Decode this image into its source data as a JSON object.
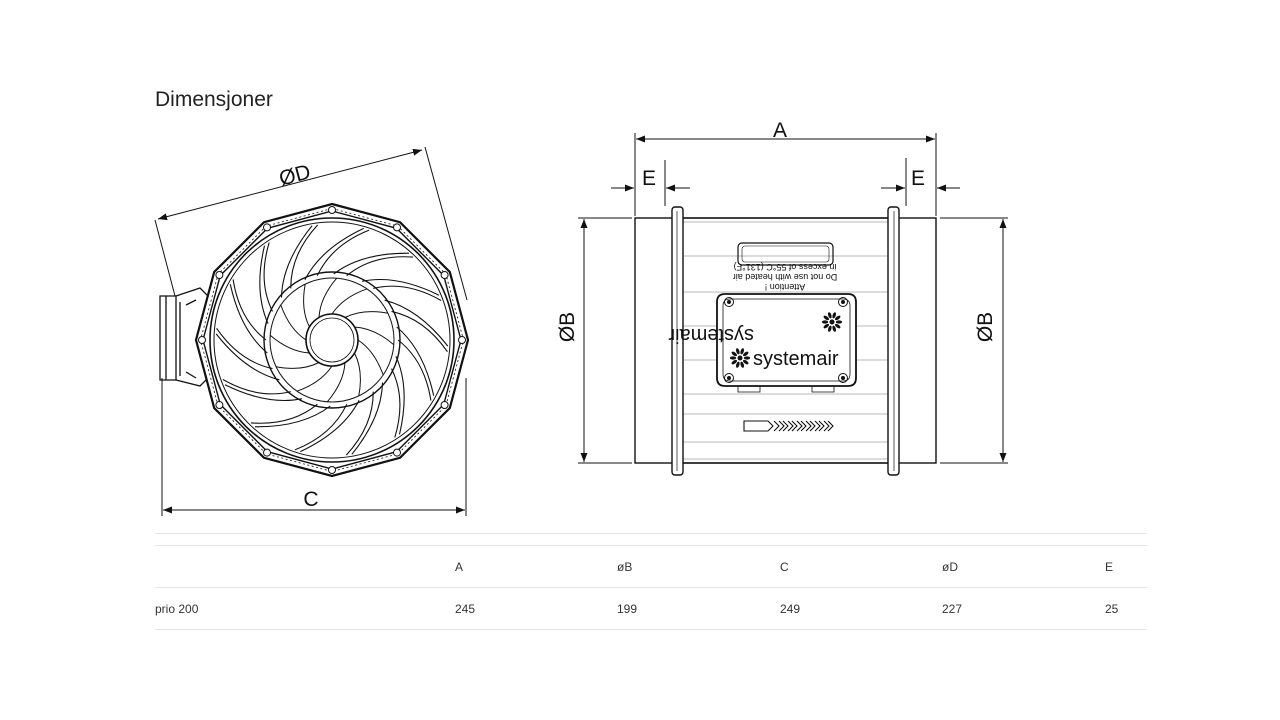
{
  "section_title": "Dimensjoner",
  "front_view": {
    "diameter_label": "ØD",
    "width_label": "C"
  },
  "side_view": {
    "length_label": "A",
    "collar_label_left": "E",
    "collar_label_right": "E",
    "inlet_diameter_label": "ØB",
    "outlet_diameter_label": "ØB",
    "warning_lines": [
      "Attention !",
      "Do not use with heated air",
      "in excess of 55°C (131°F)"
    ],
    "brand_name": "systemair"
  },
  "table": {
    "headers": [
      "",
      "A",
      "øB",
      "C",
      "øD",
      "E"
    ],
    "rows": [
      [
        "prio 200",
        "245",
        "199",
        "249",
        "227",
        "25"
      ]
    ]
  }
}
